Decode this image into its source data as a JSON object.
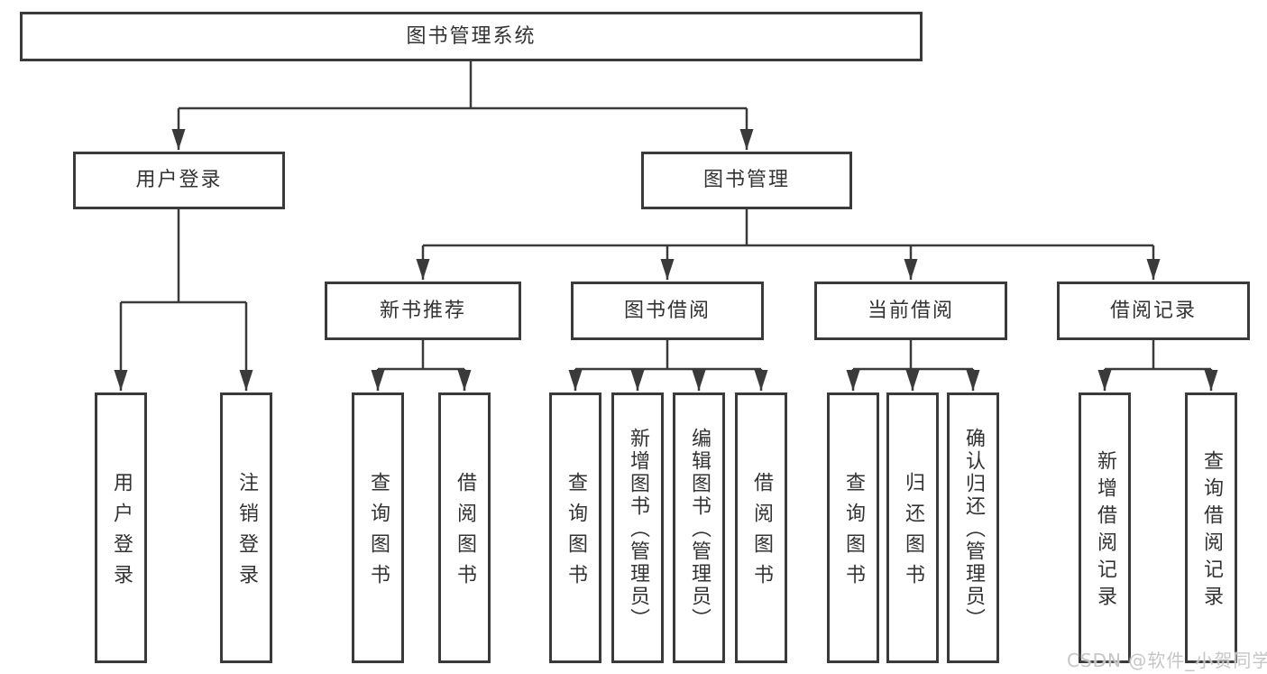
{
  "diagram": {
    "title": "图书管理系统",
    "nodes": {
      "root": "图书管理系统",
      "user_login": "用户登录",
      "book_mgmt": "图书管理",
      "new_book_rec": "新书推荐",
      "book_borrow": "图书借阅",
      "current_borrow": "当前借阅",
      "borrow_record": "借阅记录",
      "leaves": [
        "用户登录",
        "注销登录",
        "查询图书",
        "借阅图书",
        "查询图书",
        "新增图书（管理员）",
        "编辑图书（管理员）",
        "借阅图书",
        "查询图书",
        "归还图书",
        "确认归还（管理员）",
        "新增借阅记录",
        "查询借阅记录"
      ]
    },
    "colors": {
      "line": "#3a3a3a",
      "text": "#333333",
      "background": "#ffffff",
      "watermark": "#c6c6c6"
    }
  },
  "watermark": "CSDN @软件_小贺同学"
}
